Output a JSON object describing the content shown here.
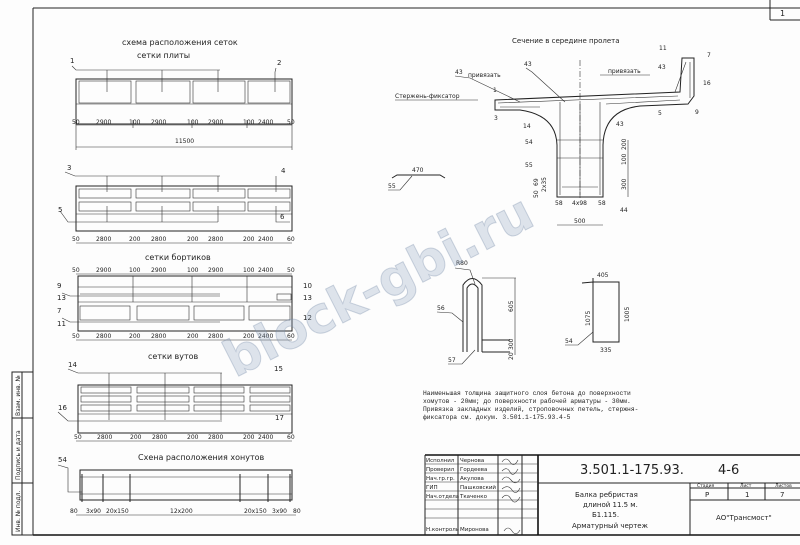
{
  "page_number": "1",
  "scheme": {
    "title": "схема расположения сеток",
    "slab_title": "сетки плиты",
    "slab_dims": [
      "50",
      "2900",
      "100",
      "2900",
      "100",
      "2900",
      "100",
      "2400",
      "50"
    ],
    "slab_total": "11500",
    "slab_labels": [
      "1",
      "2"
    ],
    "slab2_labels": [
      "3",
      "4",
      "5",
      "6"
    ],
    "slab2_dims": [
      "50",
      "2800",
      "200",
      "2800",
      "200",
      "2800",
      "200",
      "2400",
      "60"
    ],
    "curb_title": "сетки бортиков",
    "curb_top_dims": [
      "50",
      "2900",
      "100",
      "2900",
      "100",
      "2900",
      "100",
      "2400",
      "50"
    ],
    "curb_labels": [
      "9",
      "13",
      "7",
      "11",
      "10",
      "13",
      "12"
    ],
    "curb_bottom_dims": [
      "50",
      "2800",
      "200",
      "2800",
      "200",
      "2800",
      "200",
      "2400",
      "60"
    ],
    "haunch_title": "сетки вутов",
    "haunch_labels": [
      "14",
      "15",
      "16",
      "17"
    ],
    "haunch_dims": [
      "50",
      "2800",
      "200",
      "2800",
      "200",
      "2800",
      "200",
      "2400",
      "60"
    ],
    "clamp_title": "Схена расположения хонутов",
    "clamp_label": "54",
    "clamp_dims": [
      "80",
      "3x90",
      "20x150",
      "12x200",
      "20x150",
      "3x90",
      "80"
    ]
  },
  "section": {
    "title": "Сечение в середине пролета",
    "tie_label": "привязать",
    "fixator_label": "Стержень-фиксатор",
    "labels": {
      "l43": "43",
      "l11": "11",
      "l7": "7",
      "l16": "16",
      "l9": "9",
      "l5": "5",
      "l1": "1",
      "l3": "3",
      "l14": "14",
      "l54": "54",
      "l55": "55",
      "l44": "44"
    },
    "dims": {
      "d500": "500",
      "d4x98": "4x98",
      "d58": "58",
      "d200": "200",
      "d100": "100",
      "d300": "300",
      "d50": "50",
      "d69": "69",
      "d2x35": "2x35"
    },
    "bar55_len": "470",
    "bar55_label": "55"
  },
  "details": {
    "stirrup": {
      "radius": "R80",
      "l56": "56",
      "l57": "57",
      "h": "605",
      "h2": "300",
      "h3": "20"
    },
    "clamp": {
      "top": "405",
      "left": "1075",
      "right": "1005",
      "bottom": "335",
      "label": "54"
    }
  },
  "notes": [
    "Наименьшая толщина защитного слоя бетона до поверхности",
    "хомутов - 20мм; до поверхности рабочей арматуры - 30мм.",
    "Привязка закладных изделий, строповочных петель, стержня-",
    "фиксатора см. докум. 3.501.1-175.93.4-5"
  ],
  "title_block": {
    "roles": [
      "Исполнил",
      "Проверил",
      "Нач.гр.гр.",
      "ГИП",
      "Нач.отдела",
      "",
      "",
      "Н.контроль"
    ],
    "names": [
      "Чернова",
      "Гордеева",
      "Акулова",
      "Пашковский",
      "Ткаченко",
      "",
      "",
      "Миронова"
    ],
    "code": "3.501.1-175.93.",
    "sheet_code": "4-6",
    "description": [
      "Балка ребристая",
      "длиной 11.5 м.",
      "Б1.115.",
      "Арматурный чертеж"
    ],
    "stage_label": "Стадия",
    "sheet_label": "Лист",
    "sheets_label": "Листов",
    "stage": "Р",
    "sheet": "1",
    "sheets": "7",
    "org": "АО\"Трансмост\""
  },
  "side_stamp": [
    "Инв. № подл.",
    "Подпись и дата",
    "Взам. инв. №"
  ],
  "watermark": "block-gbi.ru"
}
